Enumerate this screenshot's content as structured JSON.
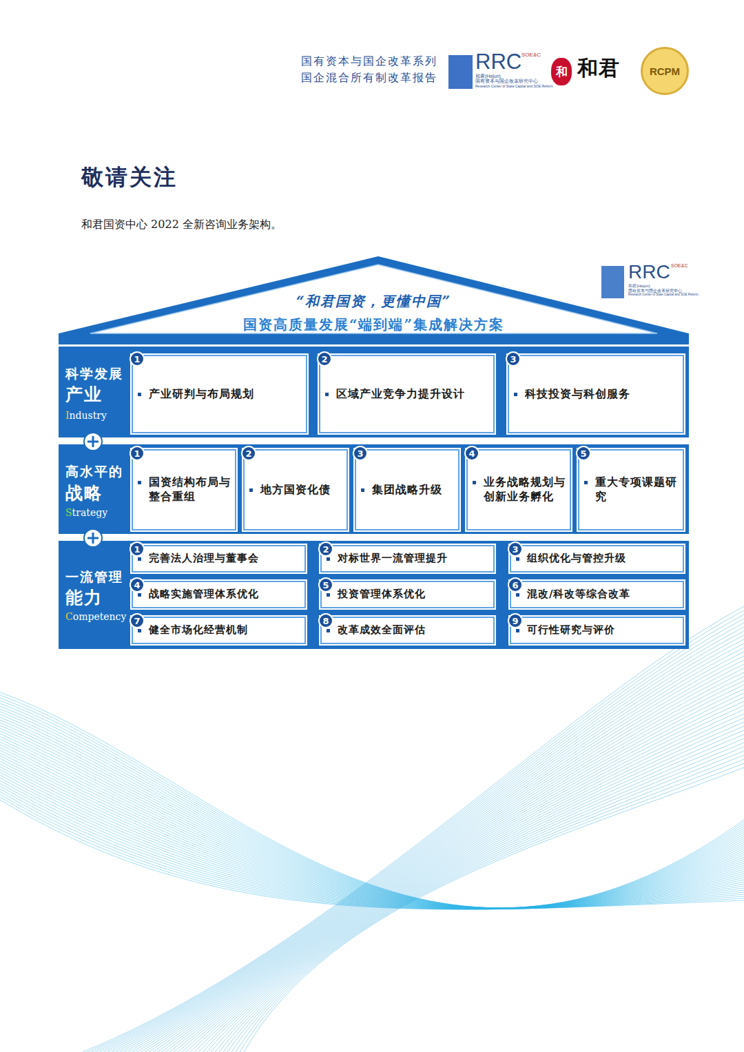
{
  "diagram": {
    "title": "敬请关注",
    "nodes": [
      {
        "text": [
          "“和君国资，更懂中国”",
          "国资高质量发展“端到端”集成解决方案"
        ]
      },
      {
        "text": [
          "科学发展",
          "产业",
          "Industry"
        ]
      },
      {
        "text": [
          "1",
          "产业研判与布局规划"
        ],
        "in": 1
      },
      {
        "text": [
          "2",
          "区域产业竞争力提升设计"
        ],
        "in": 1
      },
      {
        "text": [
          "3",
          "科技投资与科创服务"
        ],
        "in": 1
      },
      {
        "text": [
          "高水平的",
          "战略",
          "Strategy"
        ]
      },
      {
        "text": [
          "1",
          "国资结构布局与整合重组"
        ],
        "in": 5
      },
      {
        "text": [
          "2",
          "地方国资化债"
        ],
        "in": 5
      },
      {
        "text": [
          "3",
          "集团战略升级"
        ],
        "in": 5
      },
      {
        "text": [
          "4",
          "业务战略规划与创新业务孵化"
        ],
        "in": 5
      },
      {
        "text": [
          "5",
          "重大专项课题研究"
        ],
        "in": 5
      },
      {
        "text": [
          "一流管理",
          "能力",
          "Competency"
        ]
      },
      {
        "text": [
          "1",
          "完善法人治理与董事会"
        ],
        "in": 11
      },
      {
        "text": [
          "2",
          "对标世界一流管理提升"
        ],
        "in": 11
      },
      {
        "text": [
          "3",
          "组织优化与管控升级"
        ],
        "in": 11
      },
      {
        "text": [
          "4",
          "战略实施管理体系优化"
        ],
        "in": 11
      },
      {
        "text": [
          "5",
          "投资管理体系优化"
        ],
        "in": 11
      },
      {
        "text": [
          "6",
          "混改/科改等综合改革"
        ],
        "in": 11
      },
      {
        "text": [
          "7",
          "健全市场化经营机制"
        ],
        "in": 11
      },
      {
        "text": [
          "8",
          "改革成效全面评估"
        ],
        "in": 11
      },
      {
        "text": [
          "9",
          "可行性研究与评价"
        ],
        "in": 11
      }
    ],
    "labels": [
      "国有资本与国企改革系列",
      "国企混合所有制改革报告",
      "RRC",
      "SOE&C",
      "和君(Hejun)",
      "国有资本与国企改革研究中心",
      "Research Center of State Capital and SOE Reform",
      "和",
      "和君",
      "RCPM",
      "和君国资中心 2022 全新咨询业务架构。",
      "RRC",
      "SOE&C",
      "和君(Hejun)",
      "国有资本与国企改革研究中心",
      "Research Center of State Capital and SOE Reform"
    ]
  }
}
